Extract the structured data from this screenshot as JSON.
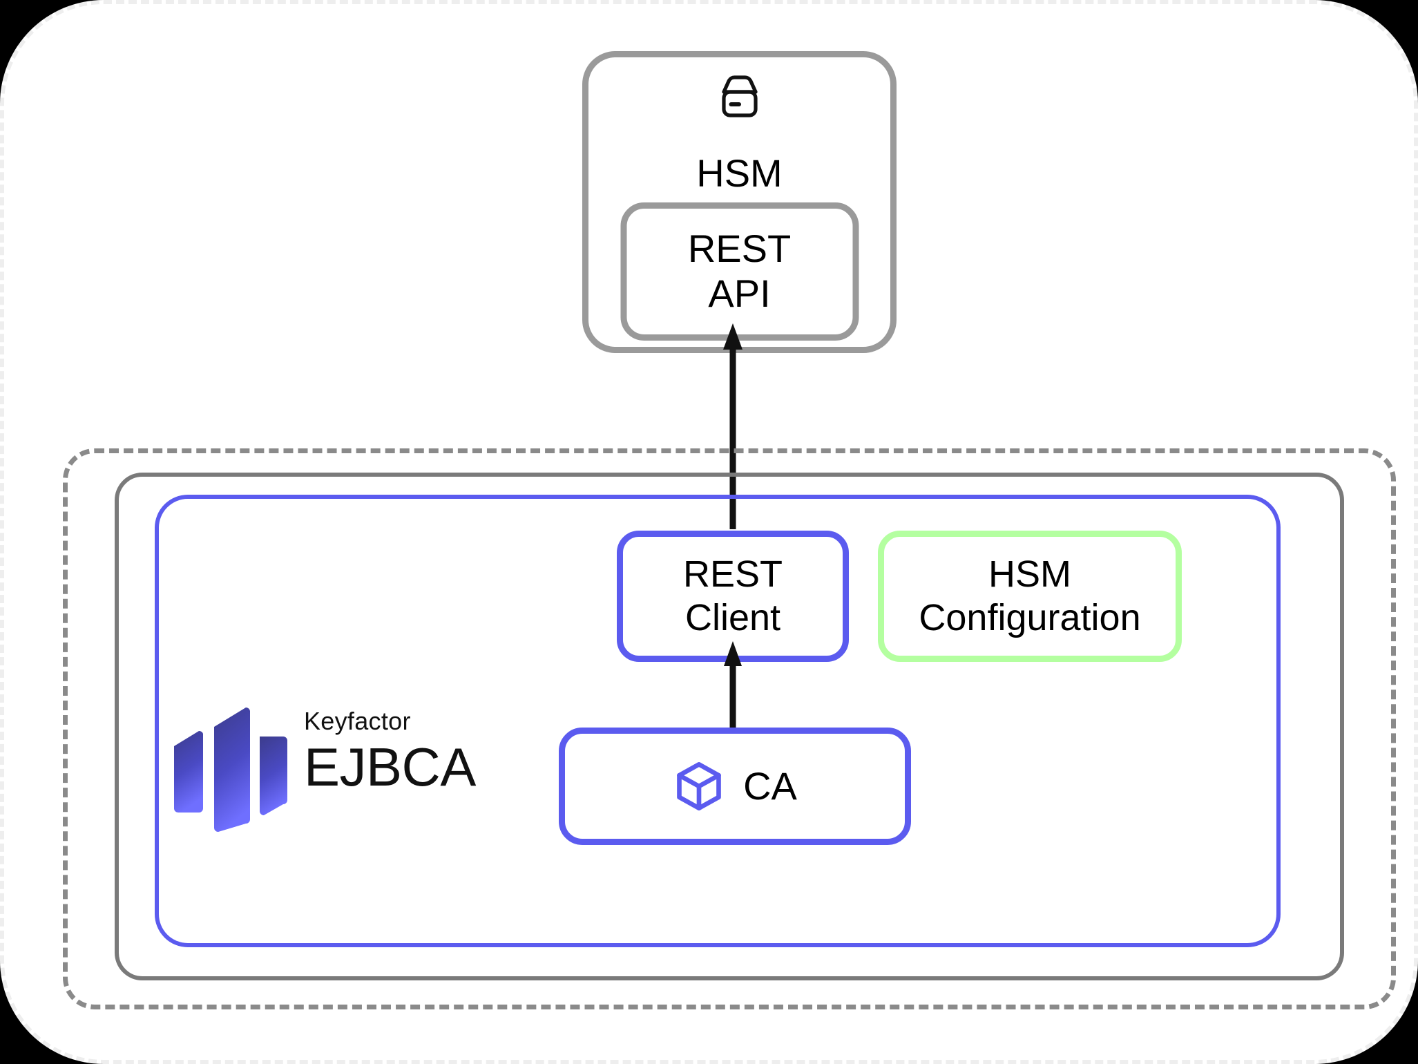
{
  "diagram": {
    "title": "EJBCA HSM REST integration architecture",
    "colors": {
      "background": "#000000",
      "canvas": "#ffffff",
      "canvas_border": "#eeeeee",
      "hsm_gray": "#9a9a9a",
      "dashed_gray": "#8a8a8a",
      "host_gray": "#7a7a7a",
      "ejbca_blue": "#5b5bef",
      "hsm_config_green": "#b4ffa0",
      "arrow_black": "#111111",
      "logo_gradient_top": "#3c3c8c",
      "logo_gradient_bottom": "#6b6bff",
      "text_black": "#000000"
    },
    "hsm": {
      "icon": "hard-drive-icon",
      "label": "HSM",
      "rest_api": {
        "lines": [
          "REST",
          "API"
        ]
      }
    },
    "ejbca": {
      "logo": {
        "mark": "ejbca-logo-mark-icon",
        "brand": "Keyfactor",
        "product": "EJBCA"
      },
      "rest_client": {
        "lines": [
          "REST",
          "Client"
        ]
      },
      "hsm_configuration": {
        "lines": [
          "HSM",
          "Configuration"
        ]
      },
      "ca": {
        "icon": "cube-icon",
        "label": "CA"
      }
    },
    "arrows": [
      {
        "name": "ca-to-rest-client",
        "from": "CA",
        "to": "REST Client",
        "direction": "up"
      },
      {
        "name": "rest-client-to-rest-api",
        "from": "REST Client",
        "to": "REST API",
        "direction": "up"
      }
    ]
  }
}
